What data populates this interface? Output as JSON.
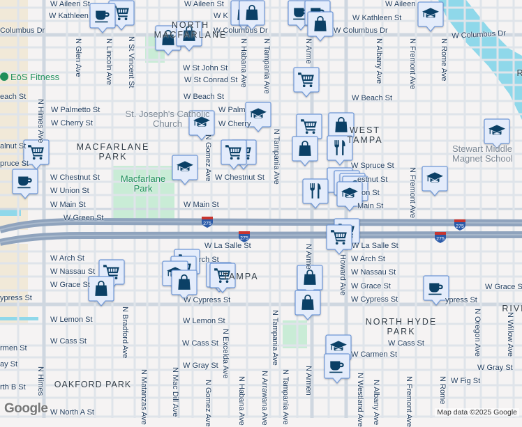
{
  "map": {
    "colors": {
      "background": "#f5f3f3",
      "road": "#dfe4ea",
      "arterial": "#cfd7e0",
      "highway": "#8fa3bd",
      "water": "#8fd8ea",
      "park": "#c9ecd6",
      "marker_fill": "#e4ecfb",
      "marker_border": "#6f98d8",
      "icon": "#0b4066"
    },
    "streets": [
      "W Aileen St",
      "W Kathleen",
      "Columbus Dr",
      "W St John St",
      "W St Conrad St",
      "W Beach St",
      "each St",
      "W Palmetto St",
      "W Cherry St",
      "alnut St",
      "pruce St",
      "W Chestnut St",
      "W Union St",
      "W Main St",
      "W Main St",
      "W Chestnut St",
      "W Palm",
      "W Cherry",
      "W Aileen St",
      "W K",
      "W Columbus Dr",
      "W Aileen",
      "W Kathleen St",
      "W Columbus Dr",
      "W Columbus Dr",
      "W Beach St",
      "W Spruce St",
      "estnut St",
      "on St",
      "Main St",
      "W La Salle St",
      "W Arch St",
      "W Nassau St",
      "W Grace St",
      "W Cypress St",
      "W Cass St",
      "W Carmen St",
      "W Gray St",
      "W Fig St",
      "W Grace St",
      "ypress St",
      "W Green St",
      "W La Salle St",
      "W Arch St",
      "rch St",
      "W Nassau St",
      "W Grace St",
      "ypress St",
      "W Cypress St",
      "W Lemon St",
      "W Lemon St",
      "W Cass St",
      "W Cass St",
      "rmen St",
      "ay St",
      "W Gray St",
      "rth B St",
      "W North A St"
    ],
    "avenues": [
      "N Glen Ave",
      "N Lincoln Ave",
      "N St Vincent St",
      "N Habana Ave",
      "N Tampania Ave",
      "N Arme",
      "N Albany Ave",
      "N Fremont Ave",
      "N Rome Ave",
      "N Himes Ave",
      "N Gomez Ave",
      "N Tampania Ave",
      "N Fremont Ave",
      "N Arme",
      "Howard Ave",
      "N Bradford Ave",
      "N Excelda Ave",
      "N Himes",
      "N Matanzas Ave",
      "N Mac Dill Ave",
      "N Gomez Ave",
      "N Habana Ave",
      "N Tampania Ave",
      "N Arrawana Ave",
      "N Tampania Ave",
      "N Armen",
      "N Westland Ave",
      "N Albany Ave",
      "N Fremont Ave",
      "N Rome",
      "N Oregon Ave",
      "N Willow Ave"
    ],
    "neighborhoods": [
      "NORTH MACFARLANE",
      "MACFARLANE PARK",
      "WEST TAMPA",
      "TAMPA",
      "NORTH HYDE PARK",
      "OAKFORD PARK",
      "RIVE",
      "R"
    ],
    "pois": {
      "fitness": "EōS Fitness",
      "church": "St. Joseph's Catholic Church",
      "park": "Macfarlane Park",
      "school": "Stewart Middle Magnet School"
    },
    "highway_shield": "275",
    "markers": [
      "cart-icon",
      "coffee-icon",
      "shopping-bag-icon",
      "shopping-bag-icon",
      "shopping-bag-icon",
      "shopping-bag-icon",
      "coffee-icon",
      "coffee-icon",
      "shopping-bag-icon",
      "graduation-cap-icon",
      "cart-icon",
      "graduation-cap-icon",
      "graduation-cap-icon",
      "cart-icon",
      "shopping-bag-icon",
      "shopping-bag-icon",
      "fork-knife-icon",
      "cart-icon",
      "cart-icon",
      "graduation-cap-icon",
      "cart-icon",
      "coffee-icon",
      "graduation-cap-icon",
      "graduation-cap-icon",
      "fork-knife-icon",
      "fork-knife-icon",
      "fork-knife-icon",
      "shopping-bag-icon",
      "fork-knife-icon",
      "cart-icon",
      "cart-icon",
      "graduation-cap-icon",
      "cart-icon",
      "shopping-bag-icon",
      "cart-icon",
      "cart-icon",
      "graduation-cap-icon",
      "shopping-bag-icon",
      "shopping-bag-icon",
      "cart-icon",
      "shopping-bag-icon",
      "coffee-icon",
      "shopping-bag-icon",
      "graduation-cap-icon",
      "coffee-icon"
    ],
    "google_logo": "Google",
    "attribution": "Map data ©2025 Google"
  }
}
